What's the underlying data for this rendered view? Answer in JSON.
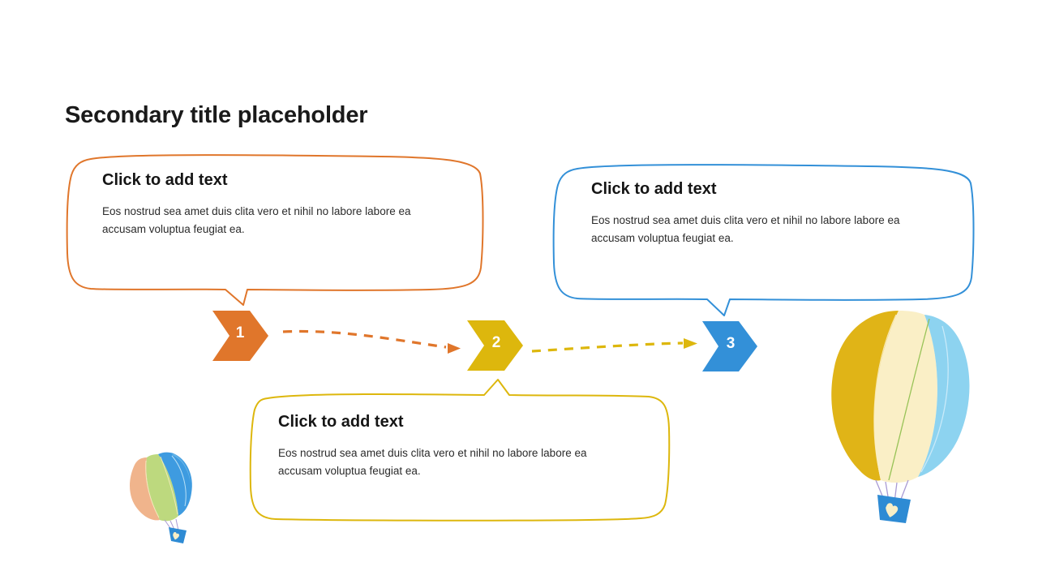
{
  "slide": {
    "title": "Secondary title placeholder",
    "background_color": "#ffffff"
  },
  "palette": {
    "orange": "#E0762B",
    "yellow": "#DDB70D",
    "blue": "#3390D8",
    "balloon_gold": "#E0B417",
    "balloon_cream": "#FAEFC6",
    "balloon_lightblue": "#8DD3F0",
    "balloon_green": "#BDD97E",
    "balloon_salmon": "#F0B48C",
    "balloon_blue": "#3E9BE0",
    "basket_blue": "#2E8BD4",
    "text_dark": "#151515"
  },
  "bubbles": [
    {
      "id": "bubble-orange",
      "color": "#E0762B",
      "heading": "Click to add text",
      "body": "Eos nostrud sea amet duis clita vero et nihil no labore labore ea accusam voluptua feugiat ea.",
      "tail_target": "step-1"
    },
    {
      "id": "bubble-blue",
      "color": "#3390D8",
      "heading": "Click to add text",
      "body": "Eos nostrud sea amet duis clita vero et nihil no labore labore ea accusam voluptua feugiat ea.",
      "tail_target": "step-3"
    },
    {
      "id": "bubble-yellow",
      "color": "#DDB70D",
      "heading": "Click to add text",
      "body": "Eos nostrud sea amet duis clita vero et nihil no labore labore ea accusam voluptua feugiat ea.",
      "tail_target": "step-2"
    }
  ],
  "steps": [
    {
      "id": "step-1",
      "number": "1",
      "color": "#E0762B"
    },
    {
      "id": "step-2",
      "number": "2",
      "color": "#DDB70D"
    },
    {
      "id": "step-3",
      "number": "3",
      "color": "#3390D8"
    }
  ],
  "connectors": [
    {
      "id": "connector-1-2",
      "from": "step-1",
      "to": "step-2",
      "color": "#E0762B",
      "style": "dashed-arrow"
    },
    {
      "id": "connector-2-3",
      "from": "step-2",
      "to": "step-3",
      "color": "#DDB70D",
      "style": "dashed-arrow"
    }
  ],
  "decorations": [
    {
      "id": "balloon-large",
      "type": "hot-air-balloon",
      "panels": [
        "#E0B417",
        "#FAEFC6",
        "#8DD3F0"
      ],
      "basket": "#2E8BD4",
      "basket_motif": "heart"
    },
    {
      "id": "balloon-small",
      "type": "hot-air-balloon",
      "panels": [
        "#F0B48C",
        "#BDD97E",
        "#3E9BE0"
      ],
      "basket": "#2E8BD4",
      "basket_motif": "heart"
    }
  ]
}
